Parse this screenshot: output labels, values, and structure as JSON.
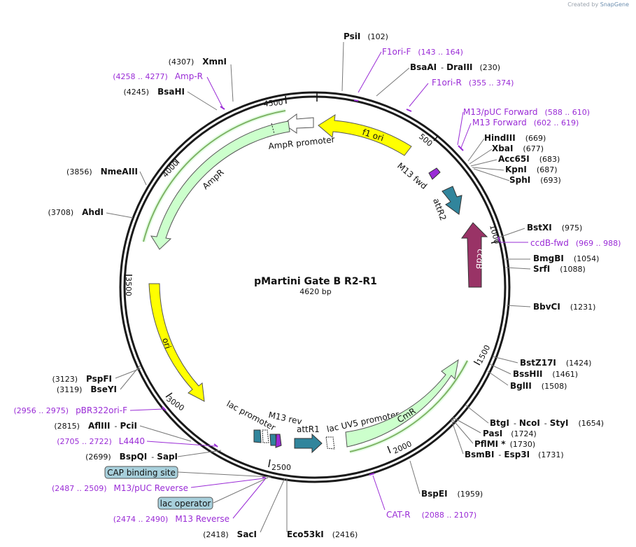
{
  "credit": {
    "prefix": "Created by",
    "brand": "SnapGene"
  },
  "plasmid": {
    "name": "pMartini Gate B R2-R1",
    "size": "4620 bp"
  },
  "ticks": [
    "500",
    "1000",
    "1500",
    "2000",
    "2500",
    "3000",
    "3500",
    "4000",
    "4500"
  ],
  "features": {
    "f1ori": "f1 ori",
    "ampr_promoter": "AmpR promoter",
    "ampr": "AmpR",
    "m13fwd": "M13 fwd",
    "attr2": "attR2",
    "ccdb": "ccdB",
    "ori": "ori",
    "lac_promoter": "lac promoter",
    "m13rev": "M13 rev",
    "attr1": "attR1",
    "lacuv5": "lac UV5 promoter",
    "cmr": "CmR"
  },
  "sites": {
    "psii": {
      "name": "PsiI",
      "pos": "(102)"
    },
    "bsaai": {
      "name": "BsaAI",
      "sep": "-",
      "name2": "DraIII",
      "pos": "(230)"
    },
    "hindiii": {
      "name": "HindIII",
      "pos": "(669)"
    },
    "xbai": {
      "name": "XbaI",
      "pos": "(677)"
    },
    "acc65i": {
      "name": "Acc65I",
      "pos": "(683)"
    },
    "kpni": {
      "name": "KpnI",
      "pos": "(687)"
    },
    "sphi": {
      "name": "SphI",
      "pos": "(693)"
    },
    "bstxi": {
      "name": "BstXI",
      "pos": "(975)"
    },
    "bmgbi": {
      "name": "BmgBI",
      "pos": "(1054)"
    },
    "srfi": {
      "name": "SrfI",
      "pos": "(1088)"
    },
    "bbvci": {
      "name": "BbvCI",
      "pos": "(1231)"
    },
    "bstz17i": {
      "name": "BstZ17I",
      "pos": "(1424)"
    },
    "bsshii": {
      "name": "BssHII",
      "pos": "(1461)"
    },
    "bglii": {
      "name": "BglII",
      "pos": "(1508)"
    },
    "btgi": {
      "name": "BtgI",
      "sep": "-",
      "name2": "NcoI",
      "sep2": "-",
      "name3": "StyI",
      "pos": "(1654)"
    },
    "pasi": {
      "name": "PasI",
      "pos": "(1724)"
    },
    "pflmi": {
      "name": "PflMI *",
      "pos": "(1730)"
    },
    "bsmbi": {
      "name": "BsmBI",
      "sep": "-",
      "name2": "Esp3I",
      "pos": "(1731)"
    },
    "bspei": {
      "name": "BspEI",
      "pos": "(1959)"
    },
    "eco53ki": {
      "name": "Eco53kI",
      "pos": "(2416)"
    },
    "saci": {
      "name": "SacI",
      "pos": "(2418)"
    },
    "bspqi": {
      "name": "BspQI",
      "sep": "-",
      "name2": "SapI",
      "pos": "(2699)"
    },
    "afliii": {
      "name": "AflIII",
      "sep": "-",
      "name2": "PciI",
      "pos": "(2815)"
    },
    "bseyi": {
      "name": "BseYI",
      "pos": "(3119)"
    },
    "pspfi": {
      "name": "PspFI",
      "pos": "(3123)"
    },
    "ahdi": {
      "name": "AhdI",
      "pos": "(3708)"
    },
    "nmeaiii": {
      "name": "NmeAIII",
      "pos": "(3856)"
    },
    "bsahi": {
      "name": "BsaHI",
      "pos": "(4245)"
    },
    "xmni": {
      "name": "XmnI",
      "pos": "(4307)"
    }
  },
  "primers": {
    "f1orif": {
      "name": "F1ori-F",
      "range": "(143 .. 164)"
    },
    "f1orir": {
      "name": "F1ori-R",
      "range": "(355 .. 374)"
    },
    "m13puc_fwd": {
      "name": "M13/pUC Forward",
      "range": "(588 .. 610)"
    },
    "m13_fwd": {
      "name": "M13 Forward",
      "range": "(602 .. 619)"
    },
    "ccdbfwd": {
      "name": "ccdB-fwd",
      "range": "(969 .. 988)"
    },
    "catr": {
      "name": "CAT-R",
      "range": "(2088 .. 2107)"
    },
    "m13_rev": {
      "name": "M13 Reverse",
      "range": "(2474 .. 2490)"
    },
    "m13puc_rev": {
      "name": "M13/pUC Reverse",
      "range": "(2487 .. 2509)"
    },
    "l4440": {
      "name": "L4440",
      "range": "(2705 .. 2722)"
    },
    "pbr322": {
      "name": "pBR322ori-F",
      "range": "(2956 .. 2975)"
    },
    "ampr": {
      "name": "Amp-R",
      "range": "(4258 .. 4277)"
    }
  },
  "boxes": {
    "cap": "CAP binding site",
    "lacop": "lac operator"
  },
  "colors": {
    "backbone": "#1a1a1a",
    "yellow": "#ffff00",
    "lightgreen": "#ccffcc",
    "teal": "#31859c",
    "ccdb": "#993366",
    "purple": "#9a2cd6",
    "darkgreen": "#336600",
    "box": "#a8d0dc"
  }
}
